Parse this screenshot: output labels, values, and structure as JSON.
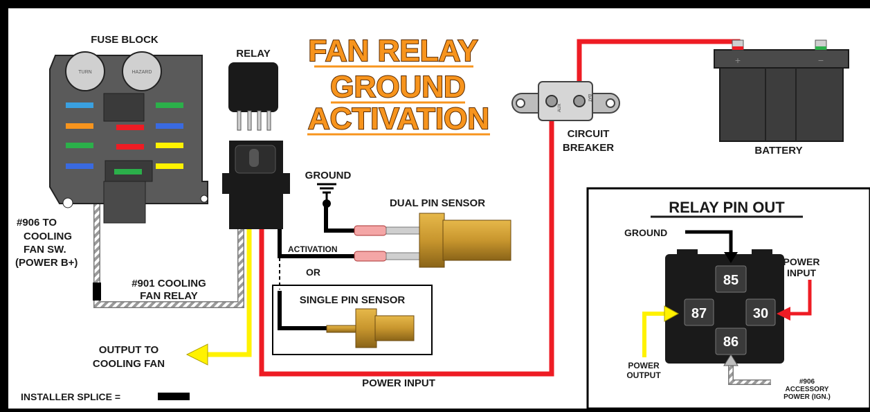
{
  "title": {
    "line1": "FAN RELAY",
    "line2": "GROUND",
    "line3": "ACTIVATION"
  },
  "labels": {
    "fuse_block": "FUSE BLOCK",
    "relay": "RELAY",
    "circuit_breaker_1": "CIRCUIT",
    "circuit_breaker_2": "BREAKER",
    "battery": "BATTERY",
    "ground": "GROUND",
    "dual_pin_sensor": "DUAL PIN SENSOR",
    "activation": "ACTIVATION",
    "or": "OR",
    "single_pin_sensor": "SINGLE PIN SENSOR",
    "wire_906_1": "#906 TO",
    "wire_906_2": "COOLING",
    "wire_906_3": "FAN SW.",
    "wire_906_4": "(POWER B+)",
    "wire_901_1": "#901 COOLING",
    "wire_901_2": "FAN RELAY",
    "output_1": "OUTPUT TO",
    "output_2": "COOLING FAN",
    "power_input": "POWER INPUT",
    "installer_splice": "INSTALLER SPLICE ="
  },
  "fuse_block": {
    "turn": "TURN",
    "hazard": "HAZARD"
  },
  "battery": {
    "plus": "+",
    "minus": "−"
  },
  "breaker": {
    "aux": "AUX",
    "bat": "BAT"
  },
  "pinout": {
    "title": "RELAY PIN OUT",
    "ground": "GROUND",
    "power_input_1": "POWER",
    "power_input_2": "INPUT",
    "power_output_1": "POWER",
    "power_output_2": "OUTPUT",
    "acc_1": "#906",
    "acc_2": "ACCESSORY",
    "acc_3": "POWER (IGN.)",
    "pin85": "85",
    "pin87": "87",
    "pin30": "30",
    "pin86": "86"
  },
  "colors": {
    "background": "#ffffff",
    "frame": "#000000",
    "wire_red": "#ee1c24",
    "wire_yellow": "#fff200",
    "wire_gray": "#bfbfbf",
    "title_orange": "#f7941d",
    "sensor_brass": "#c8962e",
    "connector_pink": "#f4a6a6",
    "component_gray": "#5a5a5a",
    "battery_dark": "#3d3d3d"
  }
}
